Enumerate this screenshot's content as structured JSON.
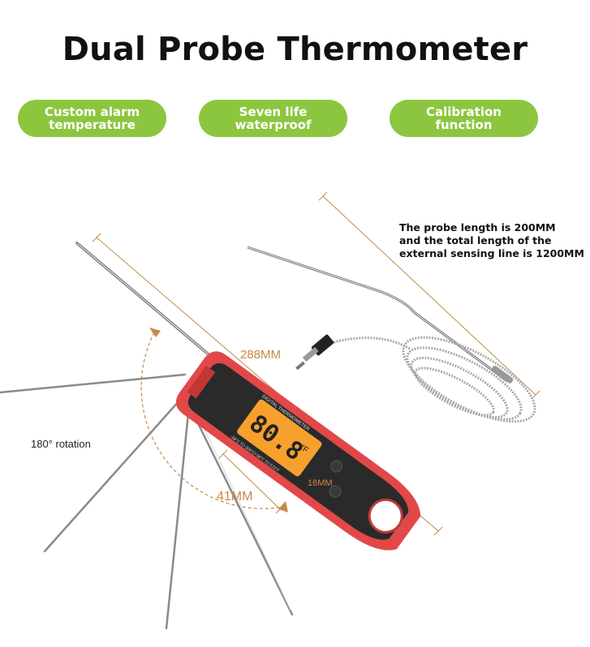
{
  "title": "Dual Probe Thermometer",
  "features": [
    {
      "label": "Custom alarm\ntemperature"
    },
    {
      "label": "Seven life\nwaterproof"
    },
    {
      "label": "Calibration function"
    }
  ],
  "probe_note": "The probe length is 200MM\nand the total length of the\nexternal sensing line is 1200MM",
  "rotation_label": "180° rotation",
  "dimensions": {
    "length": "288MM",
    "width": "41MM",
    "thickness": "16MM"
  },
  "display": {
    "reading": "80.8",
    "unit": "°F",
    "brand_text": "DIGITAL THERMOMETER",
    "range_text": "-58°C TO 300°C/-58°F TO 572°F"
  },
  "colors": {
    "accent_green": "#8cc63f",
    "body_red": "#e24848",
    "dimension_orange": "#c58a4a",
    "lcd_orange": "#f7a02d"
  }
}
